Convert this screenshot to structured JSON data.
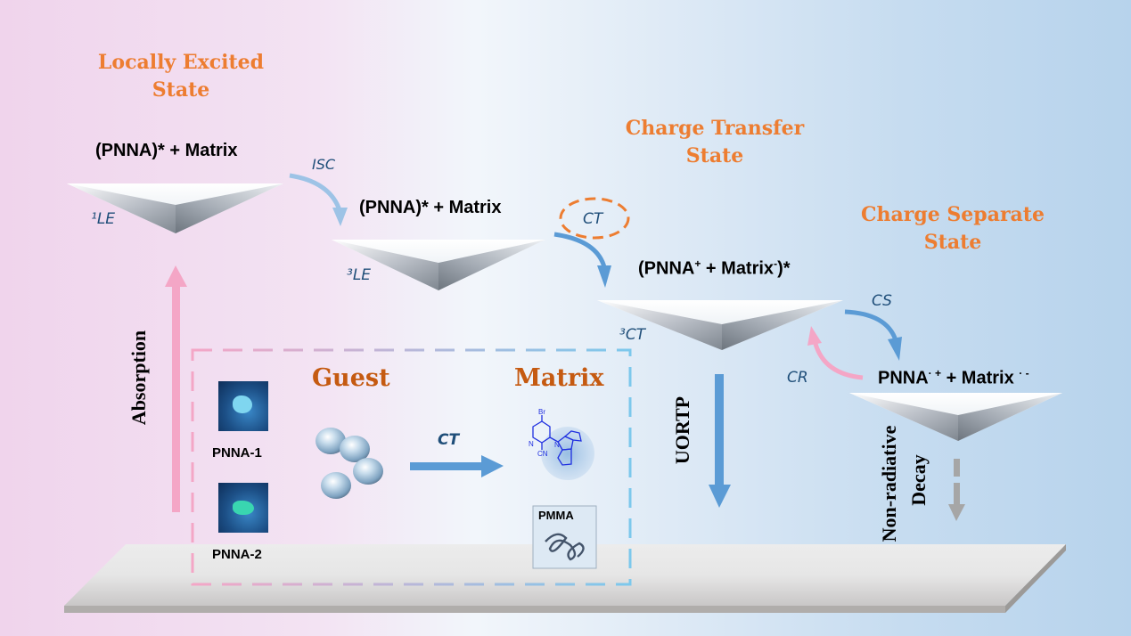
{
  "states": {
    "le": {
      "title": "Locally Excited\nState",
      "formula": "(PNNA)* + Matrix",
      "level_label": "¹LE"
    },
    "tle": {
      "formula": "(PNNA)* + Matrix",
      "level_label": "³LE"
    },
    "ct": {
      "title": "Charge Transfer\nState",
      "formula_main": "(PNNA",
      "formula_sup1": "+",
      "formula_mid": " + Matrix",
      "formula_sup2": "-",
      "formula_end": ")*",
      "level_label": "³CT"
    },
    "cs": {
      "title": "Charge Separate\nState",
      "formula_main": "PNNA",
      "formula_sup1": "· +",
      "formula_mid": " + Matrix ",
      "formula_sup2": "· -",
      "level_label": ""
    }
  },
  "transitions": {
    "isc": "ISC",
    "ct_circle": "CT",
    "cs": "CS",
    "cr": "CR",
    "absorption": "Absorption",
    "uortp": "UORTP",
    "nonrad_line1": "Non-radiative",
    "nonrad_line2": "Decay",
    "guest_to_matrix": "CT"
  },
  "system_box": {
    "guest_title": "Guest",
    "matrix_title": "Matrix",
    "samples": [
      {
        "label": "PNNA-1",
        "emission_color": "#7fd6f0"
      },
      {
        "label": "PNNA-2",
        "emission_color": "#39d6b0"
      }
    ],
    "molecule_labels": {
      "br": "Br",
      "n_ring": "N",
      "n_carbazole": "N",
      "cn": "CN"
    },
    "polymer_label": "PMMA"
  },
  "colors": {
    "title_orange": "#ed7d31",
    "box_title_brown": "#c55a11",
    "arrow_blue": "#5b9bd5",
    "arrow_light_blue": "#9dc3e6",
    "arrow_pink": "#f4a6c6",
    "decay_gray": "#a6a6a6",
    "handwriting_navy": "#1f4e79"
  }
}
